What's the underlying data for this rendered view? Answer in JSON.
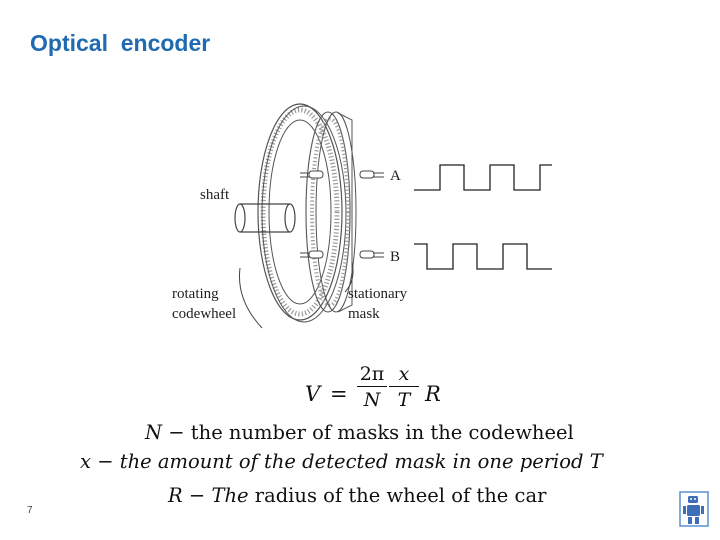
{
  "title": "Optical  encoder",
  "diagram": {
    "label_shaft": "shaft",
    "label_rotating": "rotating",
    "label_codewheel": "codewheel",
    "label_stationary": "stationary",
    "label_mask": "mask",
    "channel_a": "A",
    "channel_b": "B"
  },
  "formula": {
    "lhs": "V",
    "equals": "=",
    "frac1_num": "2π",
    "frac1_den": "N",
    "frac2_num": "x",
    "frac2_den": "T",
    "rhs": "R"
  },
  "definitions": {
    "n_symbol": "N",
    "n_text": " − the number of masks in the codewheel",
    "x_line": "x − the amount of  the detected mask in one period T",
    "r_symbol": "R",
    "r_dash": " − ",
    "r_the": "The",
    "r_text": " radius of the wheel of the car"
  },
  "page_number": "7",
  "logo_icon": "robot-logo-icon"
}
